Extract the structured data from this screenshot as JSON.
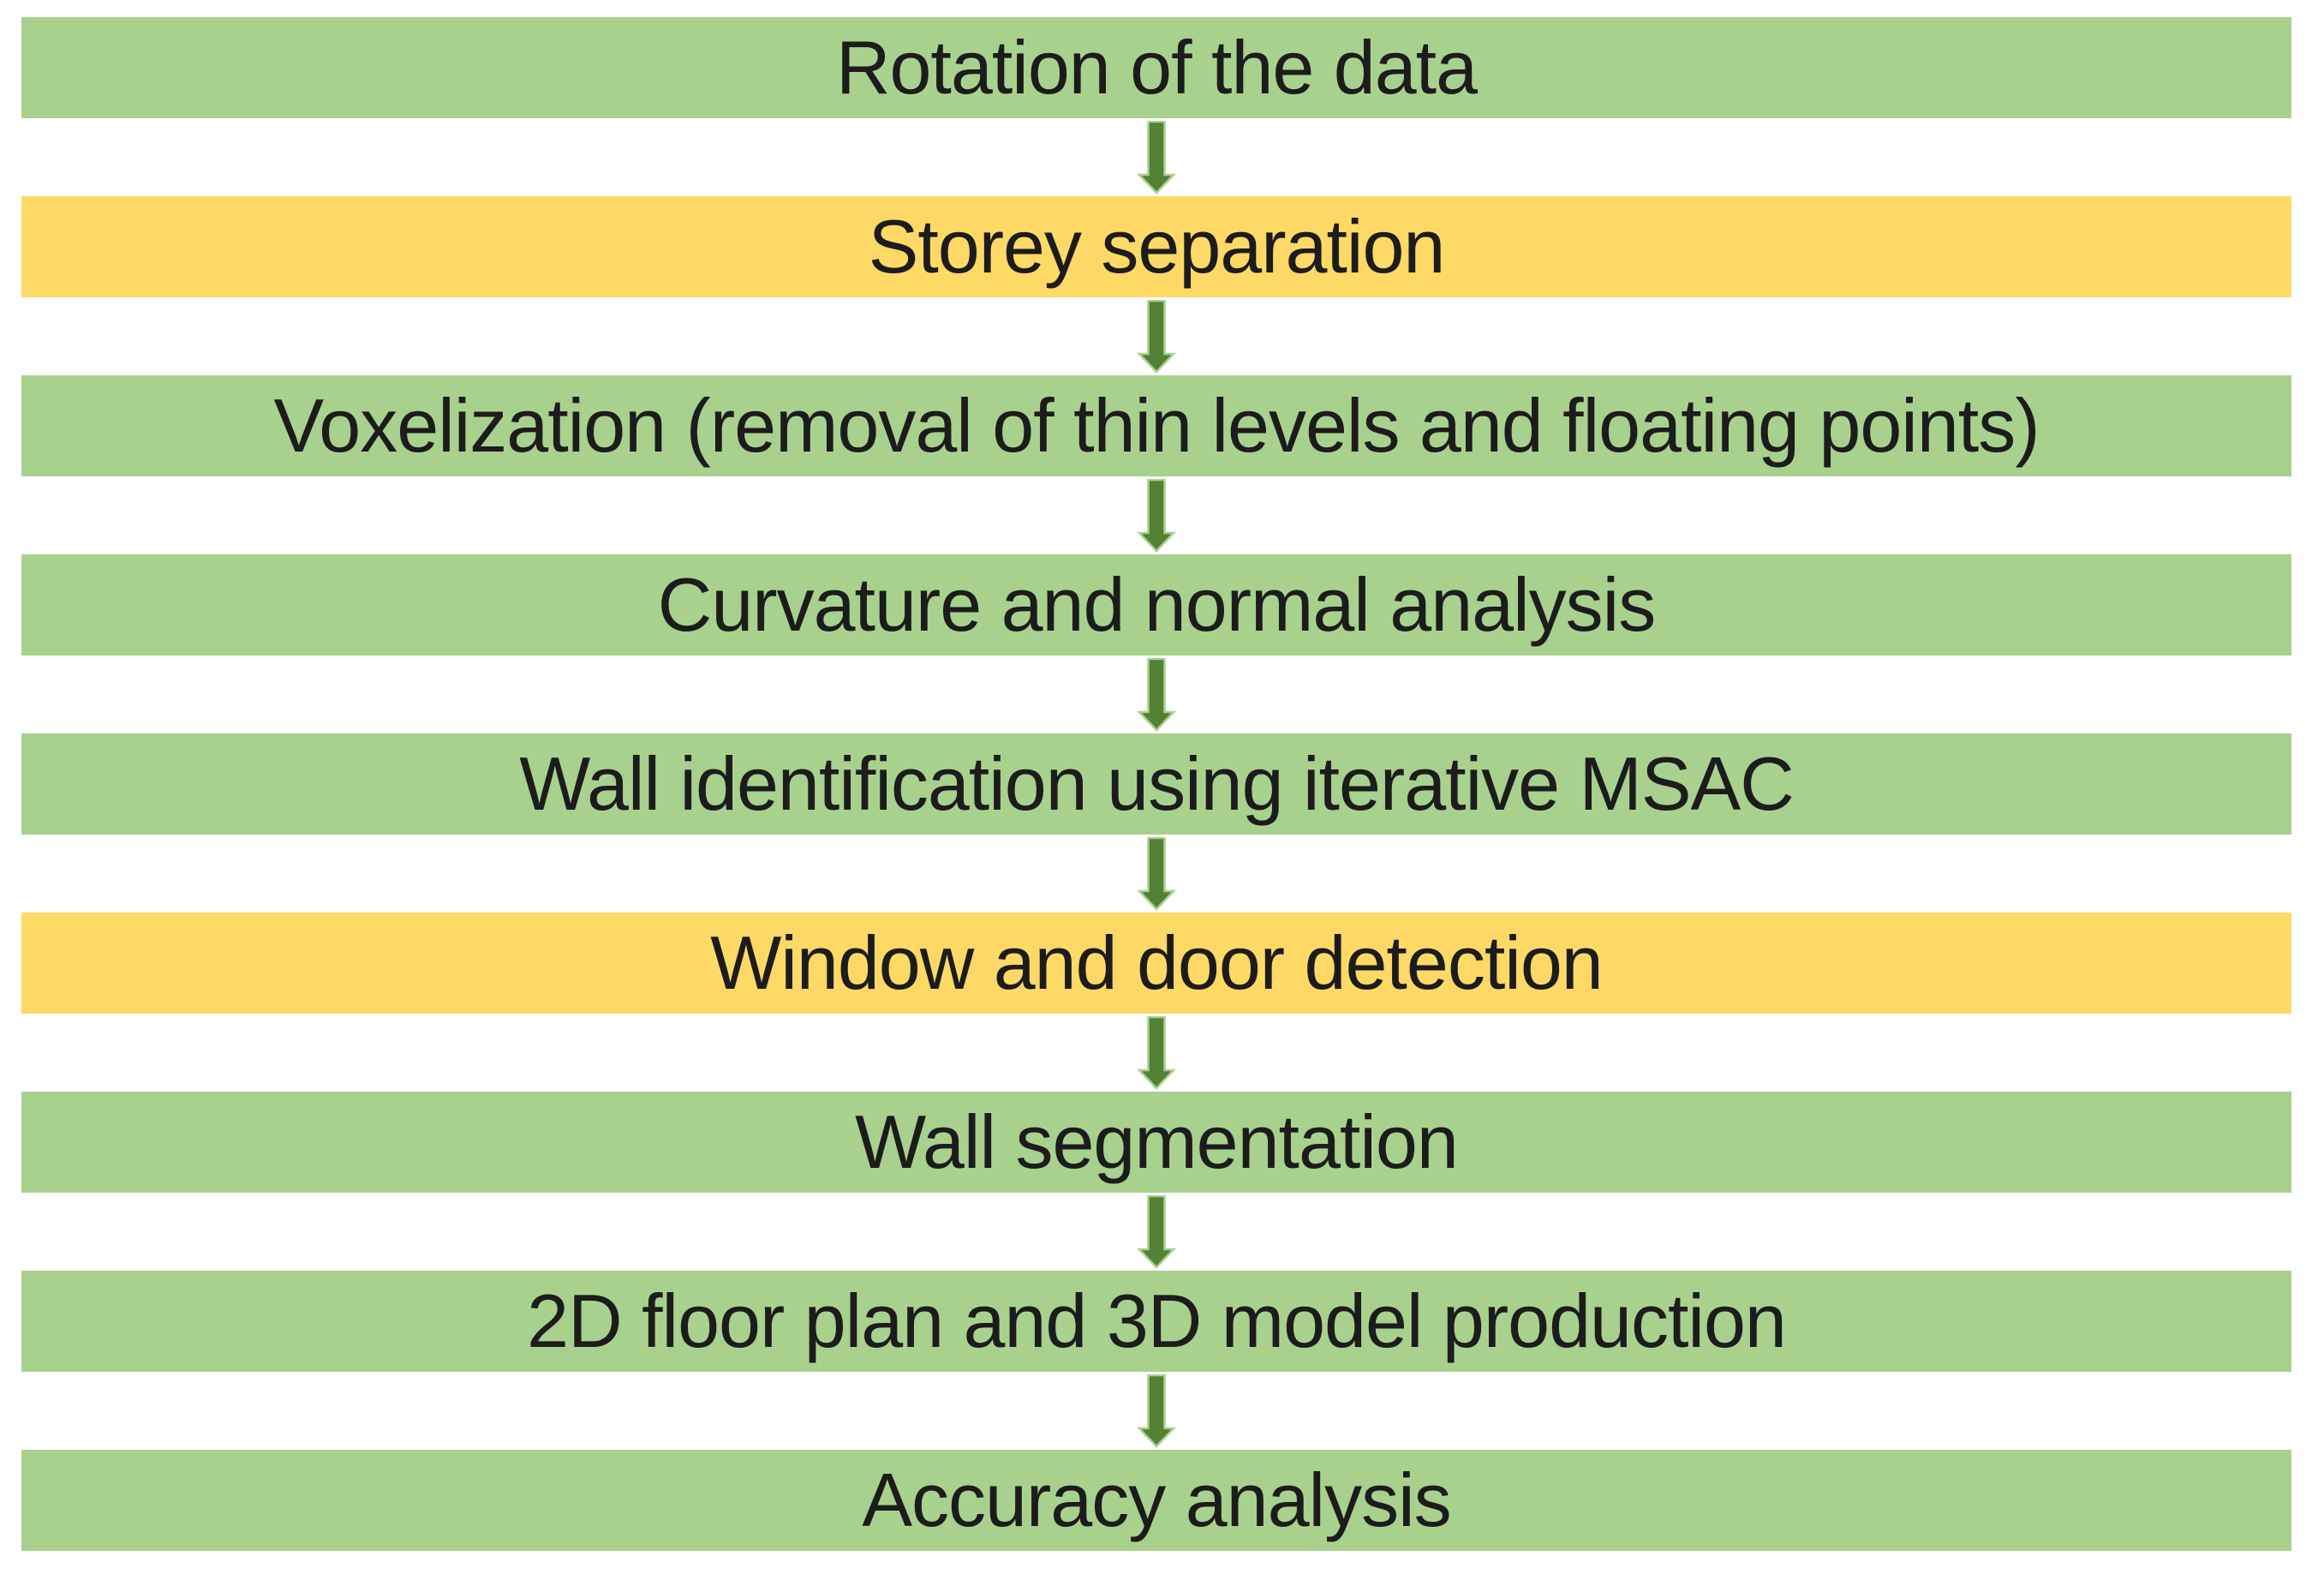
{
  "diagram": {
    "type": "flowchart",
    "direction": "top-down",
    "colors": {
      "step_green": "#A9D18E",
      "step_yellow": "#FFD966",
      "arrow_fill": "#538135",
      "arrow_outline": "#A9D18E",
      "text": "#1C1C1C",
      "background": "#FFFFFF"
    },
    "steps": [
      {
        "label": "Rotation of the data",
        "color": "step_green"
      },
      {
        "label": "Storey separation",
        "color": "step_yellow"
      },
      {
        "label": "Voxelization (removal of thin levels and floating points)",
        "color": "step_green"
      },
      {
        "label": "Curvature and normal analysis",
        "color": "step_green"
      },
      {
        "label": "Wall identification using iterative MSAC",
        "color": "step_green"
      },
      {
        "label": "Window and door detection",
        "color": "step_yellow"
      },
      {
        "label": "Wall segmentation",
        "color": "step_green"
      },
      {
        "label": "2D floor plan and 3D model production",
        "color": "step_green"
      },
      {
        "label": "Accuracy analysis",
        "color": "step_green"
      }
    ]
  }
}
